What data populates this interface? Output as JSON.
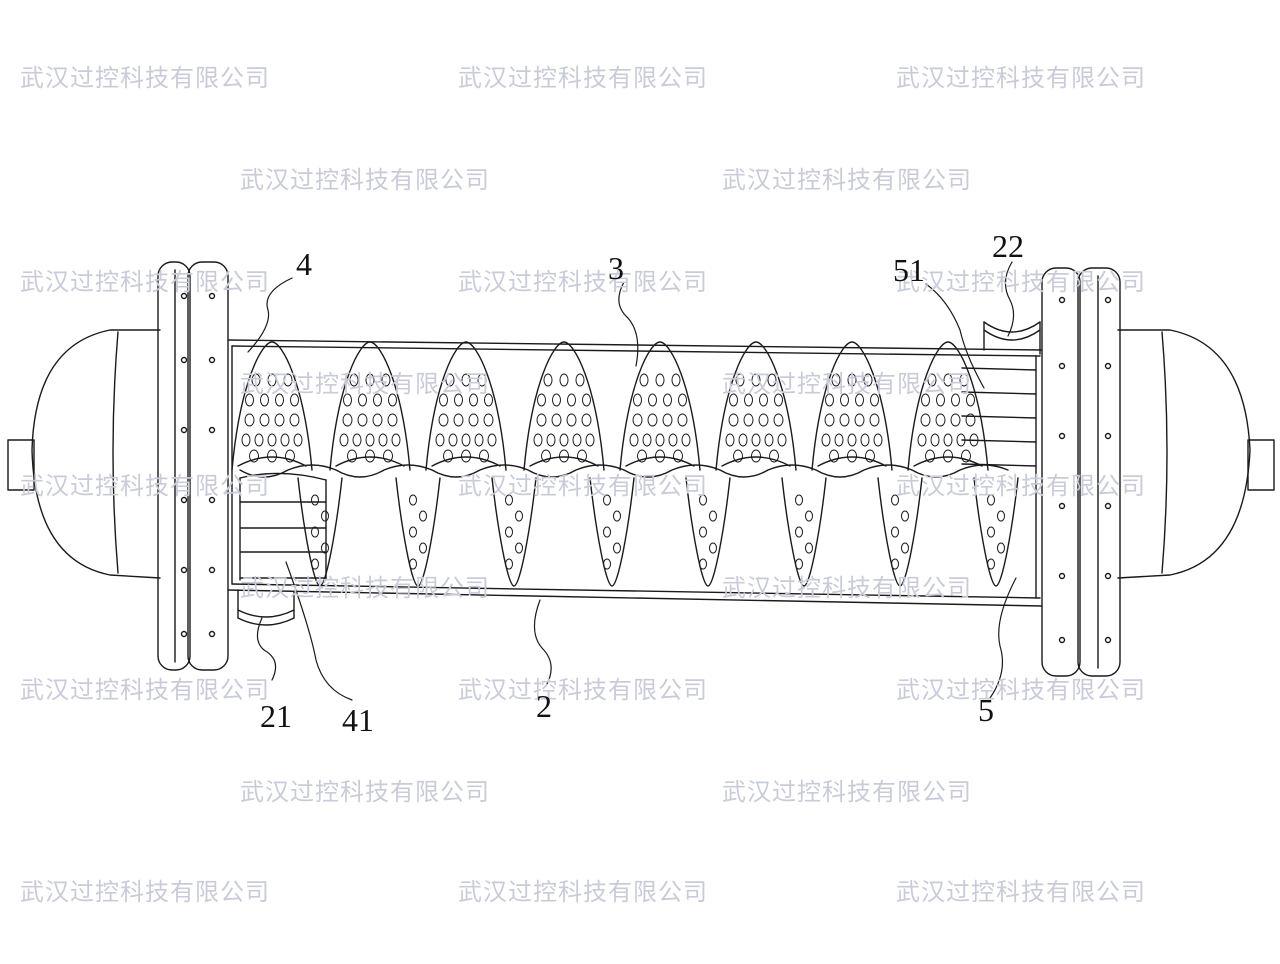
{
  "watermark": {
    "text": "武汉过控科技有限公司",
    "color": "#c9ccd8"
  },
  "callouts": {
    "c4": "4",
    "c3": "3",
    "c22": "22",
    "c51": "51",
    "c21": "21",
    "c41": "41",
    "c2": "2",
    "c5": "5"
  },
  "colors": {
    "line": "#1a1a1a",
    "background": "#ffffff"
  }
}
